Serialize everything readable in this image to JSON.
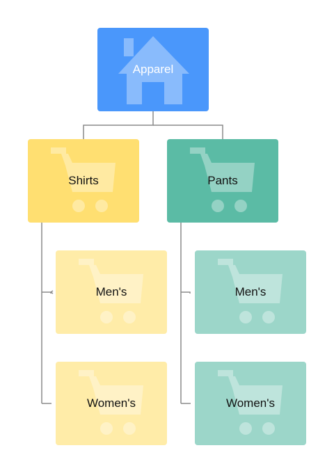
{
  "diagram": {
    "root": {
      "label": "Apparel",
      "icon": "house-icon",
      "color": "#4a97fb"
    },
    "categories": [
      {
        "label": "Shirts",
        "icon": "shopping-cart-icon",
        "color": "#ffdf71",
        "child_color": "#ffeca8",
        "children": [
          {
            "label": "Men's",
            "icon": "shopping-cart-icon"
          },
          {
            "label": "Women's",
            "icon": "shopping-cart-icon"
          }
        ]
      },
      {
        "label": "Pants",
        "icon": "shopping-cart-icon",
        "color": "#5bbba5",
        "child_color": "#9cd6c9",
        "children": [
          {
            "label": "Men's",
            "icon": "shopping-cart-icon"
          },
          {
            "label": "Women's",
            "icon": "shopping-cart-icon"
          }
        ]
      }
    ],
    "connector_color": "#8a8a8a"
  }
}
